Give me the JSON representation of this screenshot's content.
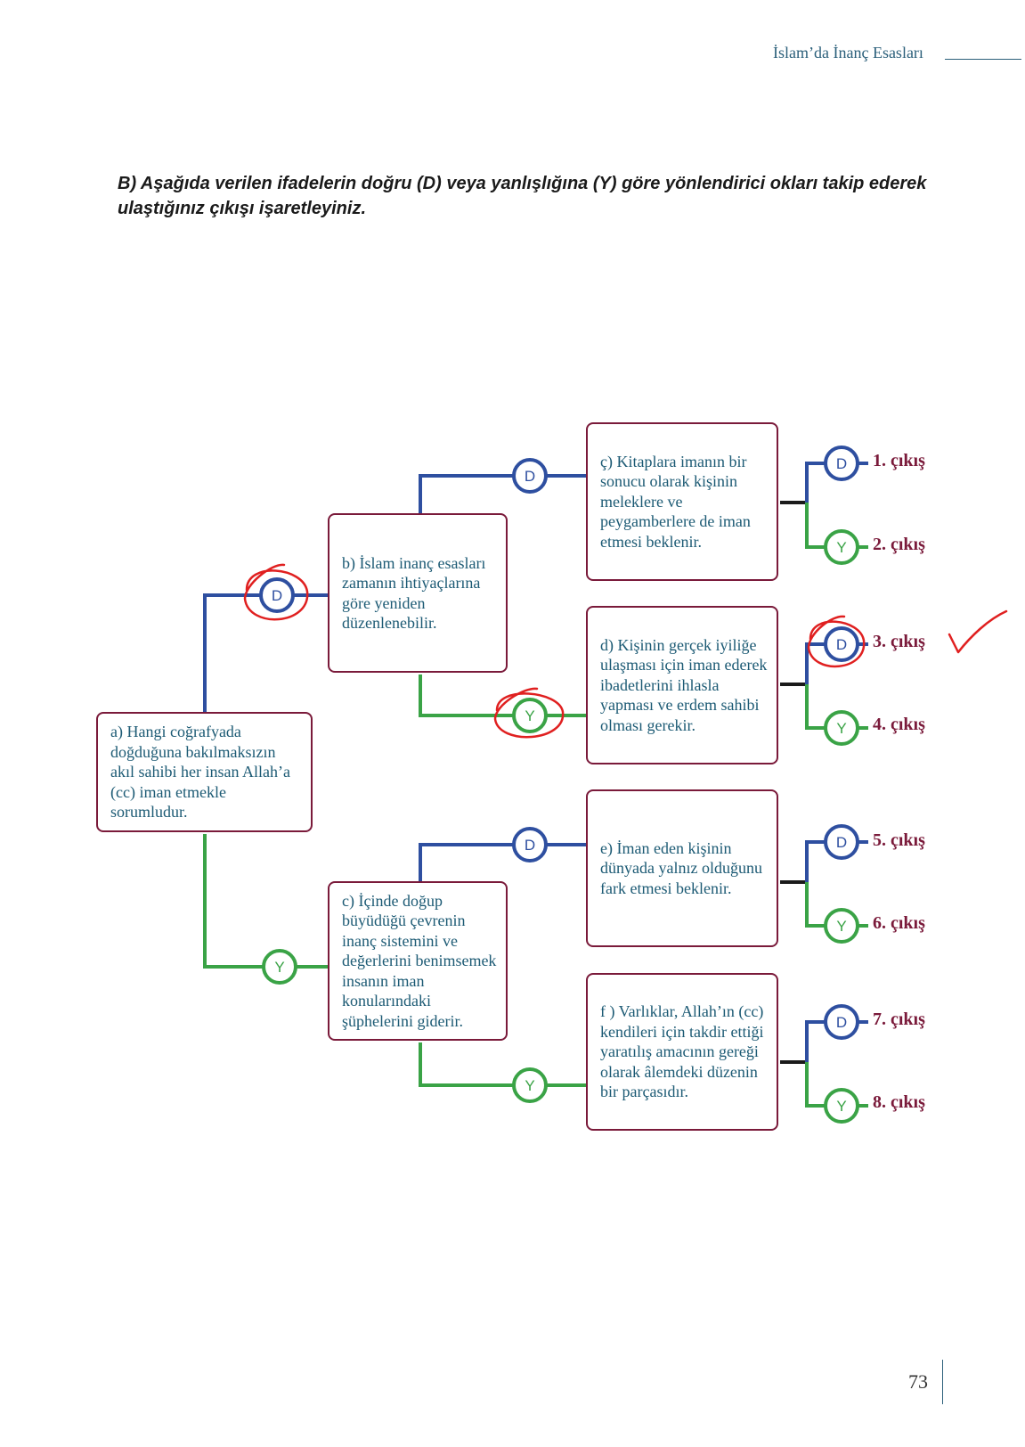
{
  "header": {
    "title": "İslam’da İnanç Esasları"
  },
  "instruction": "B) Aşağıda verilen ifadelerin doğru (D) veya yanlışlığına (Y) göre yönlendirici okları takip ederek ulaştığınız çıkışı işaretleyiniz.",
  "questions": {
    "a": "a) Hangi coğrafyada doğduğuna bakılmaksızın akıl sahibi her insan Allah’a (cc) iman etmekle sorumludur.",
    "b": "b) İslam inanç esasları zamanın ihtiyaçlarına göre yeniden düzenlenebilir.",
    "c": "c) İçinde doğup büyüdüğü çevrenin inanç sistemini ve değerlerini benimsemek insanın iman konularındaki şüphelerini giderir.",
    "ç": "ç) Kitaplara imanın bir sonucu olarak kişinin meleklere ve peygamberlere de iman etmesi beklenir.",
    "d": "d) Kişinin gerçek iyiliğe ulaşması için iman ederek ibadetlerini ihlasla yapması ve erdem sahibi olması gerekir.",
    "e": "e) İman eden kişinin dünyada yalnız olduğunu fark etmesi beklenir.",
    "f": "f ) Varlıklar, Allah’ın (cc) kendileri için takdir ettiği yaratılış amacının gereği olarak âlemdeki düzenin bir parçasıdır."
  },
  "node_labels": {
    "true": "D",
    "false": "Y"
  },
  "exits": [
    "1. çıkış",
    "2. çıkış",
    "3. çıkış",
    "4. çıkış",
    "5. çıkış",
    "6. çıkış",
    "7. çıkış",
    "8. çıkış"
  ],
  "colors": {
    "true_branch": "#2e4fa0",
    "false_branch": "#3aa346",
    "box_border": "#7a1a3a",
    "box_text": "#1c5a74",
    "exit_text": "#7a1a3a",
    "annotation": "#e02020"
  },
  "annotations": {
    "circled": [
      "a-D",
      "b-Y",
      "d-D"
    ],
    "checkmark_exit": "3. çıkış"
  },
  "page_number": "73"
}
